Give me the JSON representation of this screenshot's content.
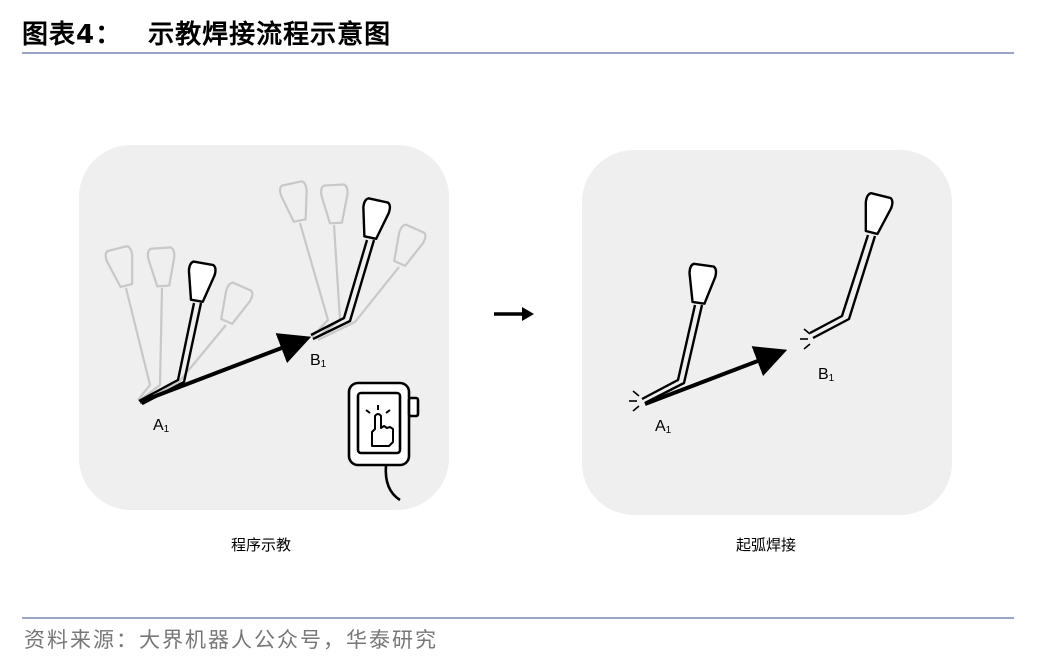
{
  "figure": {
    "title_prefix": "图表4：",
    "title_text": "示教焊接流程示意图"
  },
  "panels": {
    "left": {
      "caption": "程序示教",
      "point_a": "A",
      "point_a_sub": "1",
      "point_b": "B",
      "point_b_sub": "1"
    },
    "right": {
      "caption": "起弧焊接",
      "point_a": "A",
      "point_a_sub": "1",
      "point_b": "B",
      "point_b_sub": "1"
    }
  },
  "icons": [
    "robot-arm-torch-icon",
    "teach-pendant-icon",
    "tap-hand-icon",
    "arc-spark-icon",
    "right-arrow-icon"
  ],
  "colors": {
    "rule": "#9aa5c8",
    "panel": "#efefef",
    "ghost": "#c8c8c8"
  },
  "source": "资料来源：大界机器人公众号，华泰研究"
}
